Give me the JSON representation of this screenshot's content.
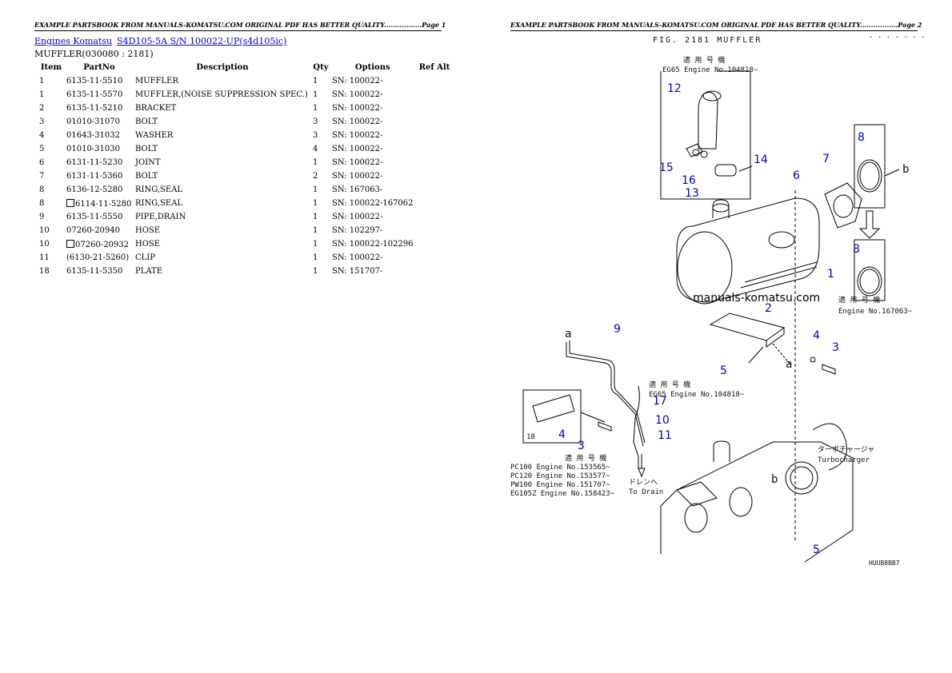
{
  "header": {
    "left": "EXAMPLE PARTSBOOK FROM MANUALS-KOMATSU.COM ORIGINAL PDF HAS BETTER QUALITY.................Page 1",
    "right": "EXAMPLE PARTSBOOK FROM MANUALS-KOMATSU.COM ORIGINAL PDF HAS BETTER QUALITY.................Page 2"
  },
  "breadcrumb": {
    "link1": "Engines Komatsu",
    "link2": "S4D105-5A S/N 100022-UP(s4d105ic)"
  },
  "group_title": "MUFFLER(030080 : 2181)",
  "table": {
    "headers": {
      "item": "Item",
      "partno": "PartNo",
      "description": "Description",
      "qty": "Qty",
      "options": "Options",
      "refalt": "Ref Alt"
    },
    "rows": [
      {
        "item": "1",
        "partno": "6135-11-5510",
        "desc": "MUFFLER",
        "qty": "1",
        "opt": "SN: 100022-",
        "box": false
      },
      {
        "item": "1",
        "partno": "6135-11-5570",
        "desc": "MUFFLER,(NOISE SUPPRESSION SPEC.)",
        "qty": "1",
        "opt": "SN: 100022-",
        "box": false
      },
      {
        "item": "2",
        "partno": "6135-11-5210",
        "desc": "BRACKET",
        "qty": "1",
        "opt": "SN: 100022-",
        "box": false
      },
      {
        "item": "3",
        "partno": "01010-31070",
        "desc": "BOLT",
        "qty": "3",
        "opt": "SN: 100022-",
        "box": false
      },
      {
        "item": "4",
        "partno": "01643-31032",
        "desc": "WASHER",
        "qty": "3",
        "opt": "SN: 100022-",
        "box": false
      },
      {
        "item": "5",
        "partno": "01010-31030",
        "desc": "BOLT",
        "qty": "4",
        "opt": "SN: 100022-",
        "box": false
      },
      {
        "item": "6",
        "partno": "6131-11-5230",
        "desc": "JOINT",
        "qty": "1",
        "opt": "SN: 100022-",
        "box": false
      },
      {
        "item": "7",
        "partno": "6131-11-5360",
        "desc": "BOLT",
        "qty": "2",
        "opt": "SN: 100022-",
        "box": false
      },
      {
        "item": "8",
        "partno": "6136-12-5280",
        "desc": "RING,SEAL",
        "qty": "1",
        "opt": "SN: 167063-",
        "box": false
      },
      {
        "item": "8",
        "partno": "6114-11-5280",
        "desc": "RING,SEAL",
        "qty": "1",
        "opt": "SN: 100022-167062",
        "box": true
      },
      {
        "item": "9",
        "partno": "6135-11-5550",
        "desc": "PIPE,DRAIN",
        "qty": "1",
        "opt": "SN: 100022-",
        "box": false
      },
      {
        "item": "10",
        "partno": "07260-20940",
        "desc": "HOSE",
        "qty": "1",
        "opt": "SN: 102297-",
        "box": false
      },
      {
        "item": "10",
        "partno": "07260-20932",
        "desc": "HOSE",
        "qty": "1",
        "opt": "SN: 100022-102296",
        "box": true
      },
      {
        "item": "11",
        "partno": "(6130-21-5260)",
        "desc": "CLIP",
        "qty": "1",
        "opt": "SN: 100022-",
        "box": false
      },
      {
        "item": "18",
        "partno": "6135-11-5350",
        "desc": "PLATE",
        "qty": "1",
        "opt": "SN: 151707-",
        "box": false
      }
    ]
  },
  "diagram": {
    "fig_title": "FIG. 2181 MUFFLER",
    "top_right_code": ". . . . . . .",
    "bottom_code": "HUUB8BB7",
    "watermark": "manuals-komatsu.com",
    "notes": {
      "box1_l1": "適 用 号 機",
      "box1_l2": "EG65 Engine No.104818~",
      "ring_l1": "適 用 号 機",
      "ring_l2": "Engine No.167063~",
      "hose_l1": "適 用 号 機",
      "hose_l2": "EG65 Engine No.104818~",
      "plate_l1": "適 用 号 機",
      "pc100": "PC100  Engine No.153565~",
      "pc120": "PC120  Engine No.153577~",
      "pw100": "PW100  Engine No.151707~",
      "eg105z": "EG105Z Engine No.158423~",
      "turbo_jp": "ターボチャージャ",
      "turbo_en": "Turbocharger",
      "drain_jp": "ドレンへ",
      "drain_en": "To Drain",
      "plate_no": "18",
      "a": "a",
      "b": "b"
    },
    "callouts": [
      "12",
      "15",
      "16",
      "14",
      "13",
      "7",
      "8",
      "6",
      "8",
      "1",
      "2",
      "4",
      "3",
      "5",
      "9",
      "17",
      "10",
      "11",
      "4",
      "3",
      "5"
    ]
  }
}
